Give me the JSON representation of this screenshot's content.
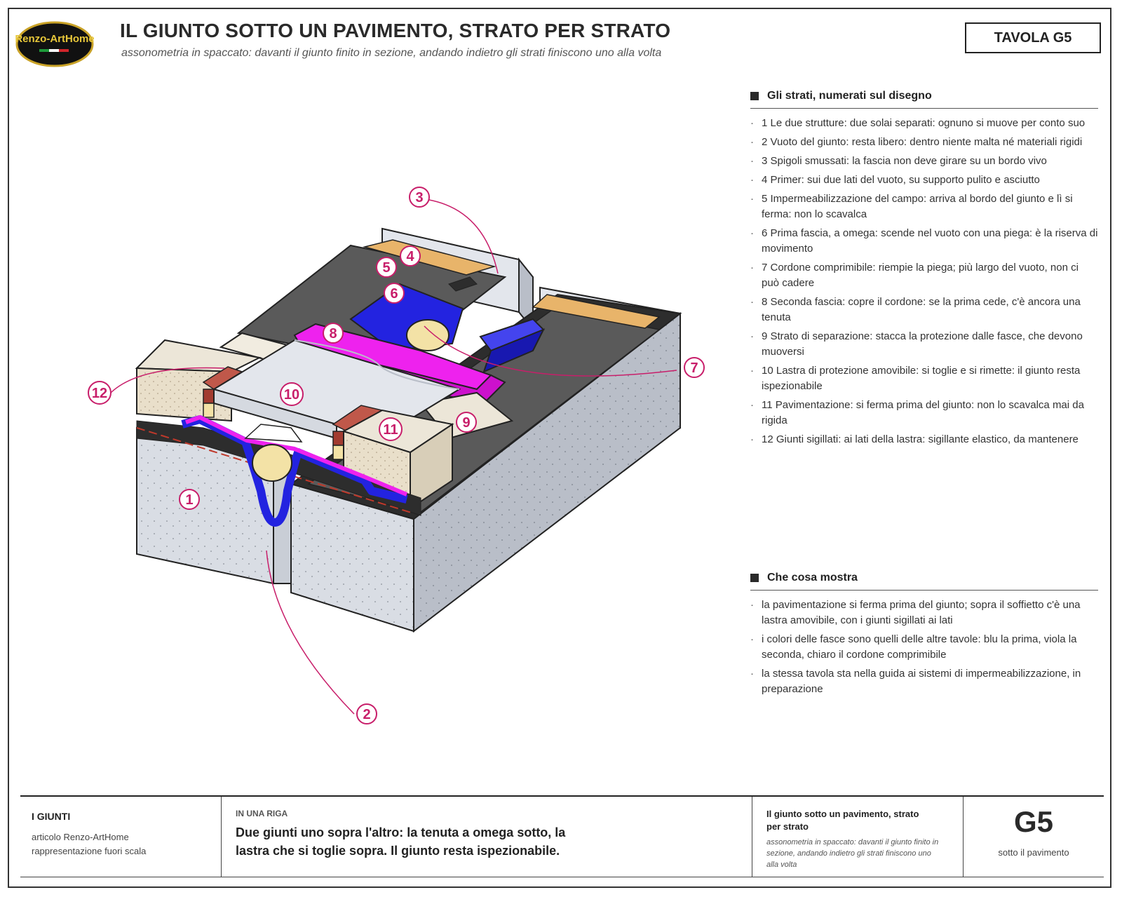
{
  "logo": {
    "text": "Renzo-ArtHome"
  },
  "header": {
    "title": "IL GIUNTO SOTTO UN PAVIMENTO, STRATO PER STRATO",
    "subtitle": "assonometria in spaccato: davanti il giunto finito in sezione, andando indietro gli strati finiscono uno alla volta",
    "tavola": "TAVOLA G5"
  },
  "layers_section": {
    "heading": "Gli strati, numerati sul disegno",
    "items": [
      "1 Le due strutture: due solai separati: ognuno si muove per conto suo",
      "2 Vuoto del giunto: resta libero: dentro niente malta né materiali rigidi",
      "3 Spigoli smussati: la fascia non deve girare su un bordo vivo",
      "4 Primer: sui due lati del vuoto, su supporto pulito e asciutto",
      "5 Impermeabilizzazione del campo: arriva al bordo del giunto e lì si ferma: non lo scavalca",
      "6 Prima fascia, a omega: scende nel vuoto con una piega: è la riserva di movimento",
      "7 Cordone comprimibile: riempie la piega; più largo del vuoto, non ci può cadere",
      "8 Seconda fascia: copre il cordone: se la prima cede, c'è ancora una tenuta",
      "9 Strato di separazione: stacca la protezione dalle fasce, che devono muoversi",
      "10 Lastra di protezione amovibile: si toglie e si rimette: il giunto resta ispezionabile",
      "11 Pavimentazione: si ferma prima del giunto: non lo scavalca mai da rigida",
      "12 Giunti sigillati: ai lati della lastra: sigillante elastico, da mantenere"
    ]
  },
  "shows_section": {
    "heading": "Che cosa mostra",
    "items": [
      "la pavimentazione si ferma prima del giunto; sopra il soffietto c'è una lastra amovibile, con i giunti sigillati ai lati",
      "i colori delle fasce sono quelli delle altre tavole: blu la prima, viola la seconda, chiaro il cordone comprimibile",
      "la stessa tavola sta nella guida ai sistemi di impermeabilizzazione, in preparazione"
    ]
  },
  "callouts": [
    "1",
    "2",
    "3",
    "4",
    "5",
    "6",
    "7",
    "8",
    "9",
    "10",
    "11",
    "12"
  ],
  "footer": {
    "series": "I GIUNTI",
    "article": "articolo Renzo-ArtHome",
    "scale": "rappresentazione fuori scala",
    "oneline_tag": "IN UNA RIGA",
    "oneline": "Due giunti uno sopra l'altro: la tenuta a omega sotto, la lastra che si toglie sopra. Il giunto resta ispezionabile.",
    "sheet_title": "Il giunto sotto un pavimento, strato per strato",
    "sheet_desc": "assonometria in spaccato: davanti il giunto finito in sezione, andando indietro gli strati finiscono uno alla volta",
    "code": "G5",
    "code_sub": "sotto il pavimento"
  },
  "colors": {
    "accent": "#c81e6a",
    "concrete": "#d9dde4",
    "band_first": "#2323e0",
    "band_second": "#ee22ee",
    "cord": "#f3e2a6",
    "membrane": "#5a5a5a",
    "primer": "#e8b46a",
    "paving": "#ece6d8",
    "slab": "#e3e6ec"
  }
}
